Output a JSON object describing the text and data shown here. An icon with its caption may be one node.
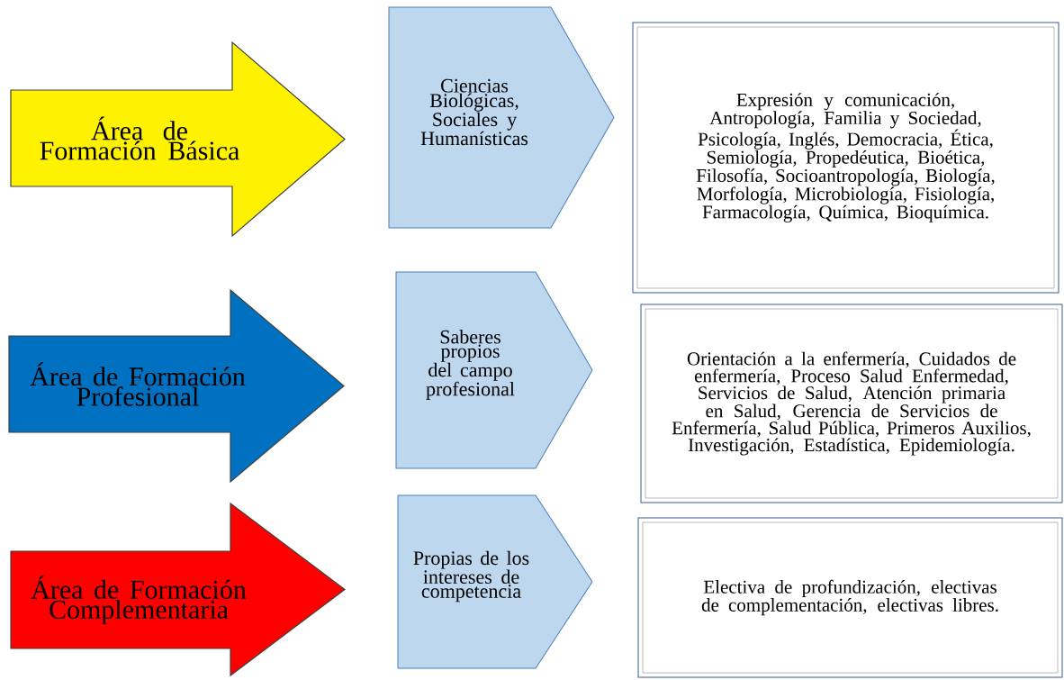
{
  "diagram": {
    "nodes": [
      {
        "text": [
          "Área de Formación Básica"
        ]
      },
      {
        "text": [
          "Ciencias Biológicas, Sociales y Humanísticas"
        ]
      },
      {
        "text": [
          "Expresión y comunicación, Antropología, Familia y Sociedad, Psicología, Inglés, Democracia, Ética, Semiología, Propedéutica, Bioética, Filosofía, Socioantropología, Biología, Morfología, Microbiología, Fisiología, Farmacología, Química, Bioquímica."
        ]
      },
      {
        "text": [
          "Área de Formación Profesional"
        ]
      },
      {
        "text": [
          "Saberes propios del campo profesional"
        ]
      },
      {
        "text": [
          "Orientación a la enfermería, Cuidados de enfermería, Proceso Salud Enfermedad, Servicios de Salud, Atención primaria en Salud, Gerencia de Servicios de Enfermería, Salud Pública, Primeros Auxilios, Investigación, Estadística, Epidemiología."
        ]
      },
      {
        "text": [
          "Área de Formación Complementaria"
        ]
      },
      {
        "text": [
          "Propias de los intereses de competencia"
        ]
      },
      {
        "text": [
          "Electiva de profundización, electivas de complementación, electivas libres."
        ]
      }
    ]
  }
}
